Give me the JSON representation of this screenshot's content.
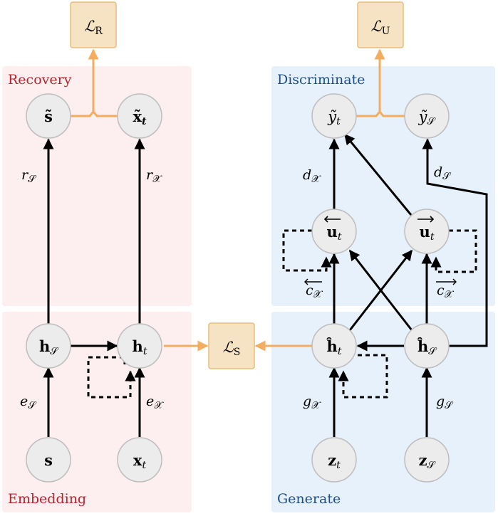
{
  "regions": {
    "recovery": {
      "label": "Recovery",
      "fill": "#fdeef0",
      "text_color": "#b8232c"
    },
    "embedding": {
      "label": "Embedding",
      "fill": "#fdeef0",
      "text_color": "#b8232c"
    },
    "discriminate": {
      "label": "Discriminate",
      "fill": "#e7f1fb",
      "text_color": "#1e4f8a"
    },
    "generate": {
      "label": "Generate",
      "fill": "#e7f1fb",
      "text_color": "#1e4f8a"
    }
  },
  "nodes": {
    "s_tilde": "s̃",
    "x_tilde": "x̃",
    "x_tilde_sub": "t",
    "h_s": "h",
    "h_s_sub": "𝒮",
    "h_t": "h",
    "h_t_sub": "t",
    "s": "s",
    "x_t": "x",
    "x_t_sub": "t",
    "y_t": "ỹ",
    "y_t_sub": "t",
    "y_s": "ỹ",
    "y_s_sub": "𝒮",
    "u_back": "u",
    "u_back_sub": "t",
    "u_fwd": "u",
    "u_fwd_sub": "t",
    "hh_t": "ĥ",
    "hh_t_sub": "t",
    "hh_s": "ĥ",
    "hh_s_sub": "𝒮",
    "z_t": "z",
    "z_t_sub": "t",
    "z_s": "z",
    "z_s_sub": "𝒮"
  },
  "losses": {
    "recon": {
      "main": "ℒ",
      "sub": "R"
    },
    "unsup": {
      "main": "ℒ",
      "sub": "U"
    },
    "sup": {
      "main": "ℒ",
      "sub": "S"
    }
  },
  "edge_labels": {
    "r_s": {
      "main": "r",
      "sub": "𝒮"
    },
    "r_x": {
      "main": "r",
      "sub": "𝒳"
    },
    "e_s": {
      "main": "e",
      "sub": "𝒮"
    },
    "e_x": {
      "main": "e",
      "sub": "𝒳"
    },
    "d_x": {
      "main": "d",
      "sub": "𝒳"
    },
    "d_s": {
      "main": "d",
      "sub": "𝒮"
    },
    "c_back": {
      "main": "c",
      "sub": "𝒳"
    },
    "c_fwd": {
      "main": "c",
      "sub": "𝒳"
    },
    "g_x": {
      "main": "g",
      "sub": "𝒳"
    },
    "g_s": {
      "main": "g",
      "sub": "𝒮"
    }
  },
  "colors": {
    "node_fill": "#ececec",
    "node_stroke": "#bdbdbd",
    "loss_fill": "#f6e3c3",
    "loss_stroke": "#e8bd7a",
    "orange_line": "#f4ad5f",
    "black_line": "#000000"
  }
}
